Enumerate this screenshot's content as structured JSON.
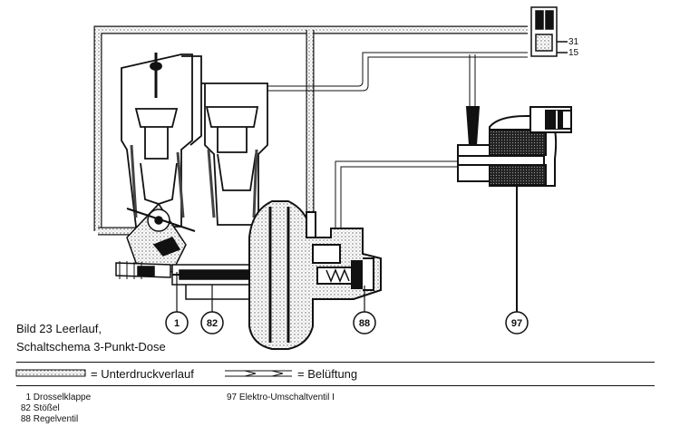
{
  "figure": {
    "caption_line1": "Bild 23 Leerlauf,",
    "caption_line2": "Schaltschema 3-Punkt-Dose"
  },
  "callouts": [
    "1",
    "82",
    "88",
    "97"
  ],
  "terminals": {
    "t31": "31",
    "t15": "15"
  },
  "legend": {
    "vacuum_label": "= Unterdruckverlauf",
    "vent_label": "= Belüftung"
  },
  "parts_list": [
    {
      "num": "1",
      "name": "Drosselklappe"
    },
    {
      "num": "82",
      "name": "Stößel"
    },
    {
      "num": "88",
      "name": "Regelventil"
    },
    {
      "num": "97",
      "name": "Elektro-Umschaltventil I"
    }
  ],
  "colors": {
    "ink": "#111111",
    "paper": "#ffffff",
    "hatch": "#8a8a8a"
  }
}
